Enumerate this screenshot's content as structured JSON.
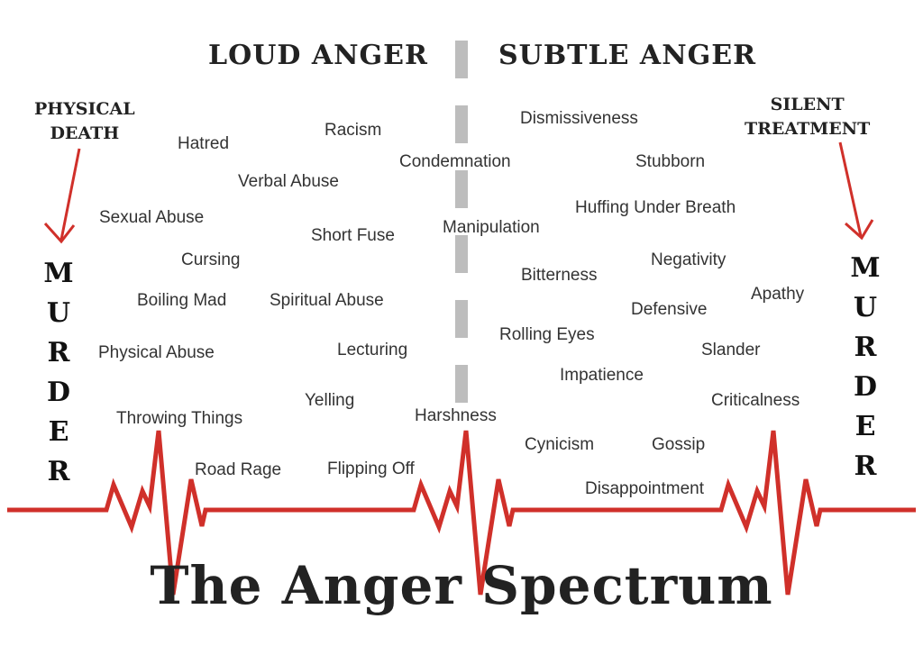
{
  "headers": {
    "left": "LOUD ANGER",
    "right": "SUBTLE ANGER"
  },
  "left_label": [
    "PHYSICAL",
    "DEATH"
  ],
  "right_label": [
    "SILENT",
    "TREATMENT"
  ],
  "murder": [
    "M",
    "U",
    "R",
    "D",
    "E",
    "R"
  ],
  "title": "The Anger Spectrum",
  "words": [
    "Racism",
    "Hatred",
    "Verbal Abuse",
    "Sexual Abuse",
    "Short Fuse",
    "Cursing",
    "Boiling Mad",
    "Spiritual Abuse",
    "Physical Abuse",
    "Lecturing",
    "Yelling",
    "Throwing Things",
    "Road Rage",
    "Flipping Off",
    "Condemnation",
    "Manipulation",
    "Harshness",
    "Dismissiveness",
    "Stubborn",
    "Huffing Under Breath",
    "Negativity",
    "Bitterness",
    "Apathy",
    "Defensive",
    "Rolling Eyes",
    "Slander",
    "Impatience",
    "Criticalness",
    "Cynicism",
    "Gossip",
    "Disappointment"
  ],
  "colors": {
    "pulse": "#d0302a",
    "divider": "#bdbdbd",
    "text": "#333333"
  }
}
